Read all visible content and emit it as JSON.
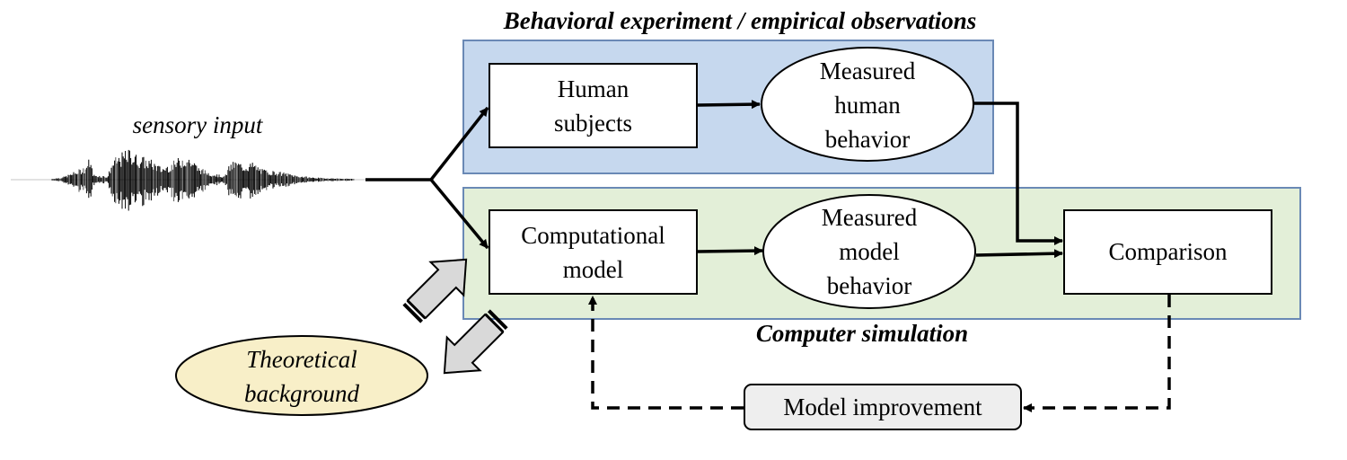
{
  "diagram": {
    "input_label": "sensory input",
    "behavioral_group": {
      "title": "Behavioral experiment / empirical observations",
      "fill": "#c6d8ee",
      "stroke": "#6a89b5"
    },
    "simulation_group": {
      "title": "Computer simulation",
      "fill": "#e3efd8",
      "stroke": "#6a89b5"
    },
    "nodes": {
      "human_subjects": {
        "line1": "Human",
        "line2": "subjects"
      },
      "measured_human": {
        "line1": "Measured",
        "line2": "human",
        "line3": "behavior"
      },
      "computational_model": {
        "line1": "Computational",
        "line2": "model"
      },
      "measured_model": {
        "line1": "Measured",
        "line2": "model",
        "line3": "behavior"
      },
      "comparison": {
        "label": "Comparison"
      },
      "model_improvement": {
        "label": "Model improvement",
        "fill": "#eeeeee"
      },
      "theoretical_background": {
        "line1": "Theoretical",
        "line2": "background",
        "fill": "#f8efc8"
      }
    },
    "edges": [
      {
        "from": "sensory-input",
        "to": "human-subjects",
        "style": "solid"
      },
      {
        "from": "sensory-input",
        "to": "computational-model",
        "style": "solid"
      },
      {
        "from": "human-subjects",
        "to": "measured-human-behavior",
        "style": "solid"
      },
      {
        "from": "measured-human-behavior",
        "to": "comparison",
        "style": "solid"
      },
      {
        "from": "computational-model",
        "to": "measured-model-behavior",
        "style": "solid"
      },
      {
        "from": "measured-model-behavior",
        "to": "comparison",
        "style": "solid"
      },
      {
        "from": "comparison",
        "to": "model-improvement",
        "style": "dashed"
      },
      {
        "from": "model-improvement",
        "to": "computational-model",
        "style": "dashed"
      },
      {
        "from": "theoretical-background",
        "to": "computational-model",
        "style": "block-arrow"
      },
      {
        "from": "computational-model",
        "to": "theoretical-background",
        "style": "block-arrow"
      }
    ]
  }
}
